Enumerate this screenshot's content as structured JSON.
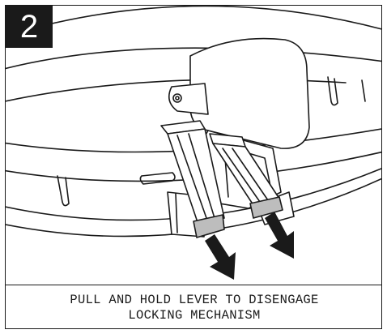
{
  "step": {
    "number": "2"
  },
  "caption": {
    "line1": "PULL AND HOLD LEVER TO DISENGAGE",
    "line2": "LOCKING MECHANISM"
  },
  "colors": {
    "ink": "#1a1a1a",
    "paper": "#ffffff",
    "shade": "#bdbdbd"
  },
  "icons": {
    "arrow_left": "arrow-down-right-icon",
    "arrow_right": "arrow-down-right-icon"
  }
}
